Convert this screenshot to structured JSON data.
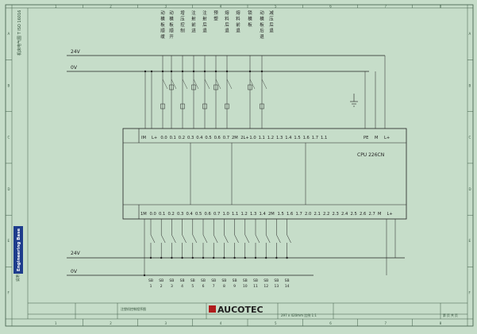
{
  "sheet": {
    "columns": [
      "1",
      "2",
      "3",
      "4",
      "5",
      "6",
      "7",
      "8"
    ],
    "rows": [
      "A",
      "B",
      "C",
      "D",
      "E",
      "F"
    ],
    "side_note": "机床电气图 T ISO 16016",
    "logo_text": "Engineering Base",
    "left_label": "说明"
  },
  "rails": {
    "top_24v": "24V",
    "top_0v": "0V",
    "bottom_24v": "24V",
    "bottom_0v": "0V"
  },
  "outputs": {
    "labels": [
      "IM",
      "L+",
      "0.0",
      "0.1",
      "0.2",
      "0.3",
      "0.4",
      "0.5",
      "0.6",
      "0.7",
      "2M",
      "2L+",
      "1.0",
      "1.1",
      "1.2",
      "1.3",
      "1.4",
      "1.5",
      "1.6",
      "1.7",
      "1.1"
    ],
    "right_labels": [
      "PE",
      "M",
      "L+"
    ],
    "descriptions": [
      "动模板顺缓",
      "动模板顺开",
      "增压控制",
      "注射前进",
      "注射后退",
      "预塑",
      "熔料后退",
      "熔料前退",
      "锁模板",
      "动模板后退",
      "减压后退"
    ]
  },
  "cpu": {
    "model": "CPU 226CN"
  },
  "inputs": {
    "labels": [
      "1M",
      "0.0",
      "0.1",
      "0.2",
      "0.3",
      "0.4",
      "0.5",
      "0.6",
      "0.7",
      "1.0",
      "1.1",
      "1.2",
      "1.3",
      "1.4",
      "2M",
      "1.5",
      "1.6",
      "1.7",
      "2.0",
      "2.1",
      "2.2",
      "2.3",
      "2.4",
      "2.5",
      "2.6",
      "2.7",
      "M",
      "L+"
    ],
    "codes": [
      "SB",
      "SB",
      "SB",
      "SB",
      "SB",
      "SB",
      "SB",
      "SB",
      "SB",
      "SB",
      "SB",
      "SB",
      "SB",
      "SB"
    ],
    "numbers": [
      "1",
      "2",
      "3",
      "4",
      "5",
      "6",
      "7",
      "8",
      "9",
      "10",
      "11",
      "12",
      "13",
      "14"
    ]
  },
  "title_block": {
    "company": "AUCOTEC",
    "drawing_note": "注塑机控制程序图",
    "scale_note": "297 x 420mm 比例 1:1",
    "sheet_label": "第 页 共 页"
  }
}
